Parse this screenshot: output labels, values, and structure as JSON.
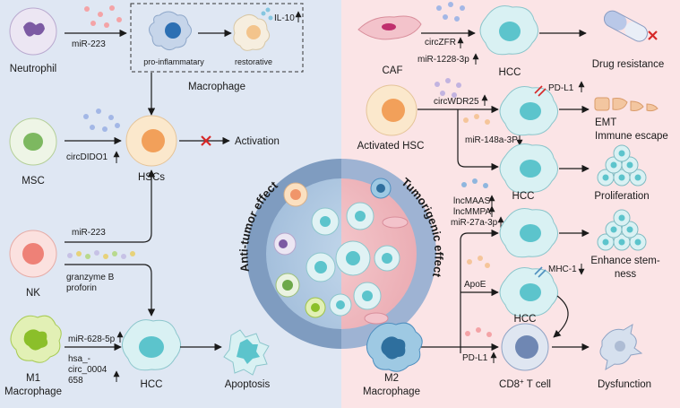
{
  "colors": {
    "left_bg": "#dfe7f3",
    "right_bg": "#fbe4e6",
    "hcc_fill": "#d9f1f3",
    "hcc_nucleus": "#5cc4cc",
    "hsc_fill": "#fbe0c0",
    "hsc_nucleus": "#f2a05a",
    "inhibit": "#d62828"
  },
  "left": {
    "neutrophil": "Neutrophil",
    "mir223_top": "miR-223",
    "macro_pro": "pro-inflammatary",
    "macro_restore": "restorative",
    "il10": "IL-10",
    "macrophage": "Macrophage",
    "msc": "MSC",
    "circdido1": "circDIDO1",
    "hscs": "HSCs",
    "activation": "Activation",
    "nk": "NK",
    "mir223_nk": "miR-223",
    "granzyme": "granzyme B",
    "proforin": "proforin",
    "m1_line1": "M1",
    "m1_line2": "Macrophage",
    "mir628": "miR-628-5p",
    "hsa_line1": "hsa_-",
    "hsa_line2": "circ_0004",
    "hsa_line3": "658",
    "hcc": "HCC",
    "apoptosis": "Apoptosis"
  },
  "center": {
    "anti": "Anti-tumor effect",
    "tumorigenic": "Tumorigenic effect"
  },
  "right": {
    "caf": "CAF",
    "circzfr": "circZFR",
    "mir1228": "miR-1228-3p",
    "hcc_top": "HCC",
    "drug_resistance": "Drug resistance",
    "activated_hsc": "Activated HSC",
    "circwdr25": "circWDR25",
    "pdl1_top": "PD-L1",
    "emt": "EMT",
    "immune_escape": "Immune escape",
    "mir148": "miR-148a-3P",
    "hcc_mid": "HCC",
    "proliferation": "Proliferation",
    "lncmaas": "lncMAAS",
    "lncmmpa": "lncMMPA",
    "mir27a": "miR-27a-3p",
    "stem_line1": "Enhance stem-",
    "stem_line2": "ness",
    "apoe": "ApoE",
    "mhc1": "MHC-1",
    "hcc_low": "HCC",
    "pdl1_low": "PD-L1",
    "m2_line1": "M2",
    "m2_line2": "Macrophage",
    "cd8_main": "CD8",
    "cd8_sup": "+",
    "cd8_tail": " T cell",
    "dysfunction": "Dysfunction"
  }
}
